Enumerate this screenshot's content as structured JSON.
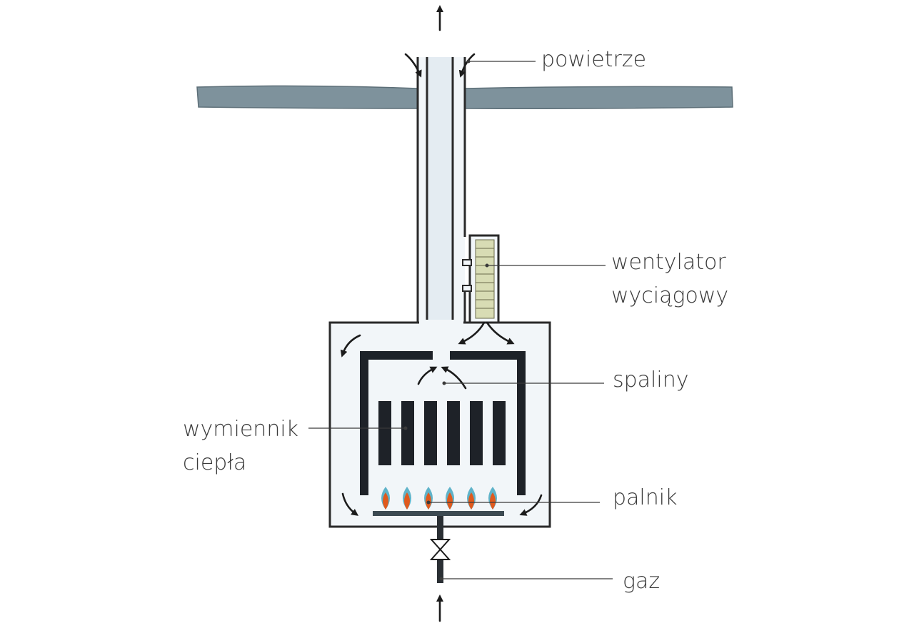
{
  "labels": {
    "air": "powietrze",
    "fan_line1": "wentylator",
    "fan_line2": "wyciągowy",
    "flue_gas": "spaliny",
    "exchanger_line1": "wymiennik",
    "exchanger_line2": "ciepła",
    "burner": "palnik",
    "gas": "gaz"
  },
  "colors": {
    "roof": "#7e929c",
    "duct_fill": "#e4ecf2",
    "box_fill": "#f2f6f9",
    "fan_fill": "#d8dcb4",
    "flame_outer": "#5fb3c9",
    "flame_inner": "#e05a1e",
    "exchanger_fin": "#1e2228"
  },
  "icons": {
    "arrow": "arrow-icon",
    "valve": "valve-icon",
    "flame": "flame-icon"
  }
}
